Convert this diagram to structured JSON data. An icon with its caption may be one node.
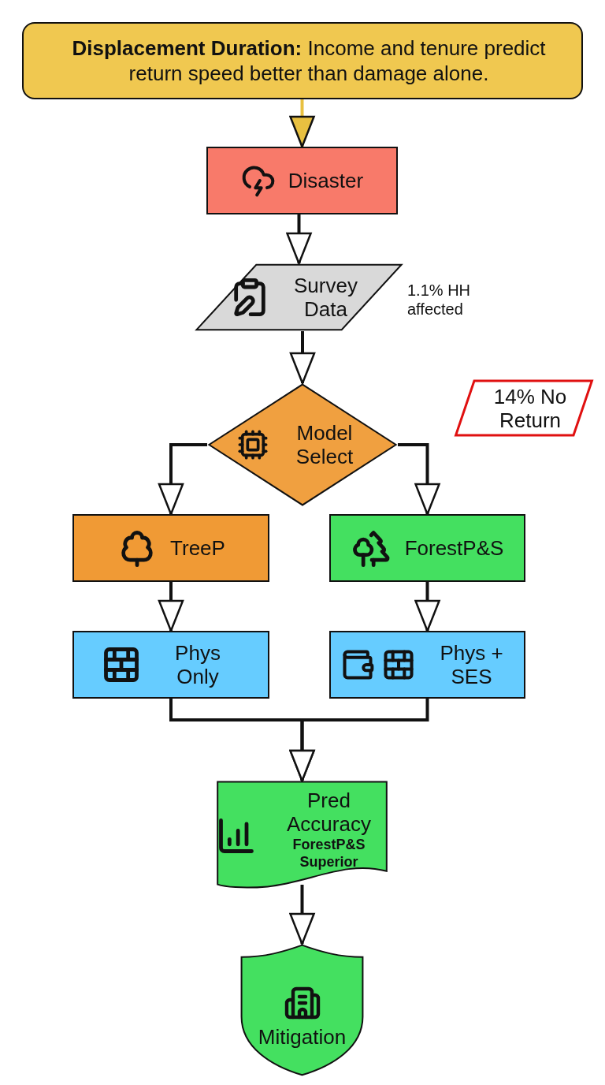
{
  "diagram": {
    "nodes": [
      {
        "text": [
          "**Displacement Duration:** Income and tenure predict return speed better than damage alone."
        ]
      },
      {
        "text": [
          "Disaster"
        ]
      },
      {
        "text": [
          "Survey Data"
        ],
        "beside": [
          "1.1% HH affected"
        ]
      },
      {
        "text": [
          "Model Select"
        ]
      },
      {
        "text": [
          "14% No Return"
        ]
      },
      {
        "text": [
          "TreeP"
        ]
      },
      {
        "text": [
          "ForestP&S"
        ]
      },
      {
        "text": [
          "Phys Only"
        ]
      },
      {
        "text": [
          "Phys + SES"
        ]
      },
      {
        "text": [
          "Pred Accuracy",
          "ForestP&S Superior"
        ]
      },
      {
        "text": [
          "Mitigation"
        ]
      }
    ],
    "edges": [
      {
        "from": 0,
        "to": 1,
        "arrow": "to",
        "color": "#e8c040"
      },
      {
        "from": 1,
        "to": 2,
        "arrow": "to"
      },
      {
        "from": 2,
        "to": 3,
        "arrow": "to"
      },
      {
        "from": 3,
        "to": 5,
        "arrow": "to"
      },
      {
        "from": 3,
        "to": 6,
        "arrow": "to"
      },
      {
        "from": 5,
        "to": 7,
        "arrow": "to"
      },
      {
        "from": 6,
        "to": 8,
        "arrow": "to"
      },
      {
        "from": 7,
        "to": 9,
        "arrow": "to"
      },
      {
        "from": 8,
        "to": 9,
        "arrow": "to"
      },
      {
        "from": 9,
        "to": 10,
        "arrow": "to"
      }
    ]
  }
}
